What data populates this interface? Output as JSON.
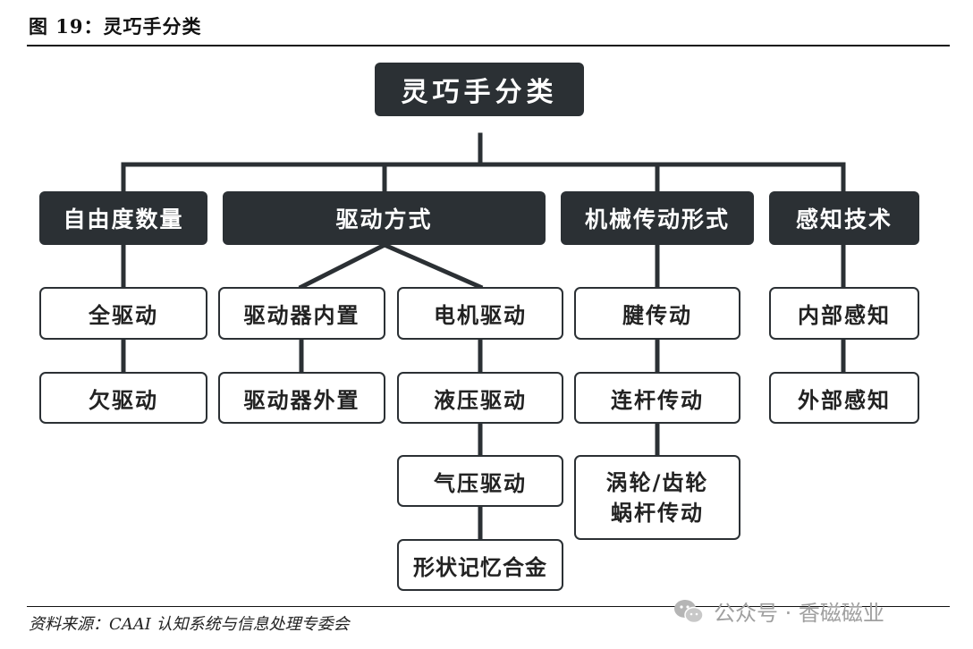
{
  "figure": {
    "caption": "图 19：灵巧手分类"
  },
  "diagram": {
    "root": "灵巧手分类",
    "categories": [
      {
        "label": "自由度数量",
        "children": [
          {
            "label": "全驱动"
          },
          {
            "label": "欠驱动"
          }
        ]
      },
      {
        "label": "驱动方式",
        "groups": [
          {
            "label": "驱动器内置",
            "children": [
              {
                "label": "驱动器外置"
              }
            ]
          },
          {
            "label": "电机驱动",
            "children": [
              {
                "label": "液压驱动"
              },
              {
                "label": "气压驱动"
              },
              {
                "label": "形状记忆合金"
              }
            ]
          }
        ]
      },
      {
        "label": "机械传动形式",
        "children": [
          {
            "label": "腱传动"
          },
          {
            "label": "连杆传动"
          },
          {
            "label_line1": "涡轮/齿轮",
            "label_line2": "蜗杆传动"
          }
        ]
      },
      {
        "label": "感知技术",
        "children": [
          {
            "label": "内部感知"
          },
          {
            "label": "外部感知"
          }
        ]
      }
    ]
  },
  "source": "资料来源：CAAI 认知系统与信息处理专委会",
  "watermark": {
    "icon": "wechat-icon",
    "text": "公众号 · 香磁磁业"
  },
  "colors": {
    "dark_box": "#2b3034",
    "connector": "#2b3034",
    "watermark": "#a0a0a0"
  }
}
